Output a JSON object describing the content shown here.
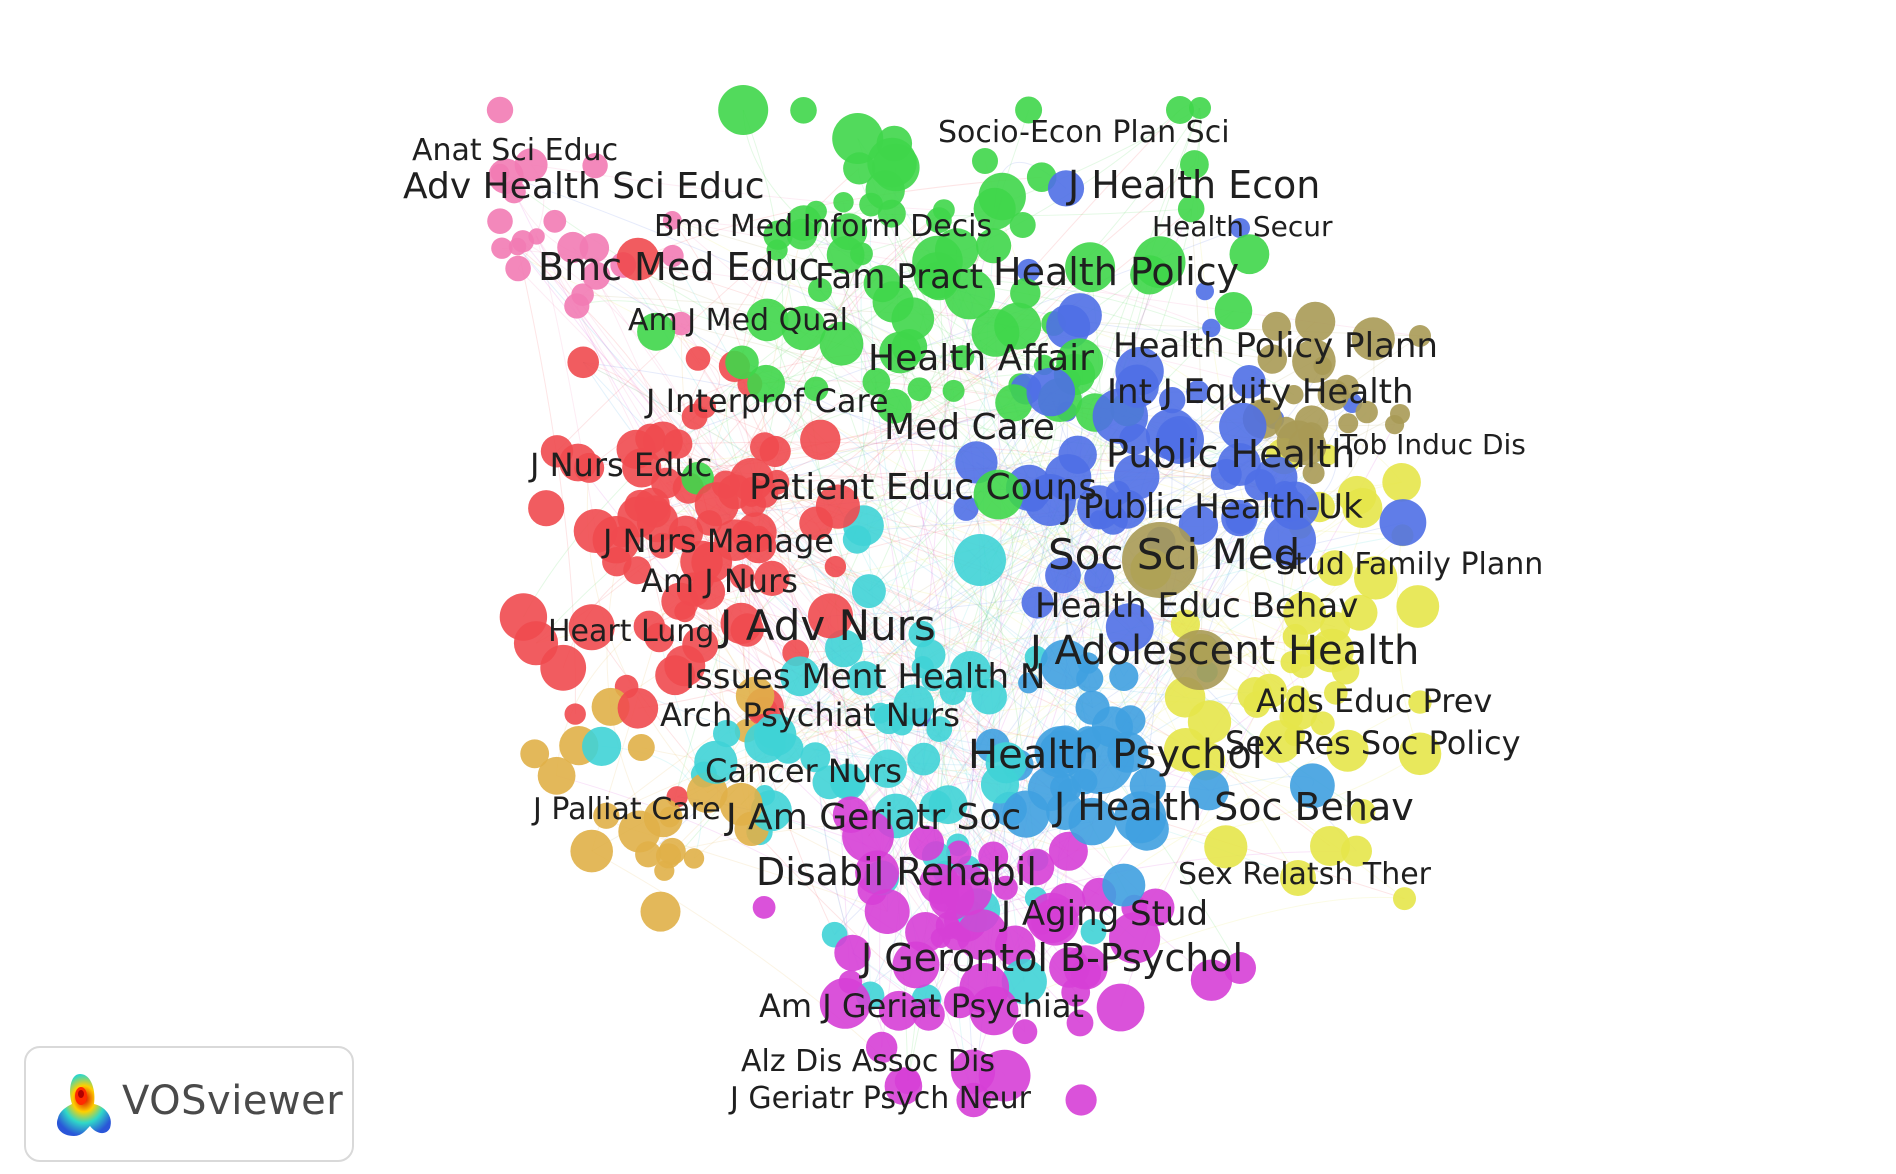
{
  "app": {
    "logo_text": "VOSviewer"
  },
  "cluster_colors": {
    "pink": "#f27bb4",
    "green": "#3fd64a",
    "blue": "#4f6fe6",
    "olive": "#a89a55",
    "red": "#ef4a4f",
    "cyan": "#3fd3d6",
    "yellow": "#e6e64a",
    "orange": "#e0b048",
    "magenta": "#d63fd6",
    "lightblue": "#3fa0e0"
  },
  "labels": [
    {
      "text": "Anat Sci Educ",
      "cluster": "pink"
    },
    {
      "text": "Adv Health Sci Educ",
      "cluster": "pink"
    },
    {
      "text": "Bmc Med Educ",
      "cluster": "pink"
    },
    {
      "text": "Am J Med Qual",
      "cluster": "pink"
    },
    {
      "text": "Socio-Econ Plan Sci",
      "cluster": "green"
    },
    {
      "text": "J Health Econ",
      "cluster": "green"
    },
    {
      "text": "Bmc Med Inform Decis",
      "cluster": "green"
    },
    {
      "text": "Fam Pract",
      "cluster": "green"
    },
    {
      "text": "Health Policy",
      "cluster": "green"
    },
    {
      "text": "Health Affair",
      "cluster": "green"
    },
    {
      "text": "Med Care",
      "cluster": "green"
    },
    {
      "text": "Health Secur",
      "cluster": "blue"
    },
    {
      "text": "Health Policy Plann",
      "cluster": "olive"
    },
    {
      "text": "Int J Equity Health",
      "cluster": "olive"
    },
    {
      "text": "Tob Induc Dis",
      "cluster": "blue"
    },
    {
      "text": "Public Health",
      "cluster": "blue"
    },
    {
      "text": "J Public Health-Uk",
      "cluster": "blue"
    },
    {
      "text": "Soc Sci Med",
      "cluster": "olive"
    },
    {
      "text": "Stud Family Plann",
      "cluster": "yellow"
    },
    {
      "text": "Health Educ Behav",
      "cluster": "blue"
    },
    {
      "text": "J Adolescent Health",
      "cluster": "yellow"
    },
    {
      "text": "Aids Educ Prev",
      "cluster": "yellow"
    },
    {
      "text": "Sex Res Soc Policy",
      "cluster": "yellow"
    },
    {
      "text": "J Health Soc Behav",
      "cluster": "magenta"
    },
    {
      "text": "Sex Relatsh Ther",
      "cluster": "yellow"
    },
    {
      "text": "J Interprof Care",
      "cluster": "red"
    },
    {
      "text": "J Nurs Educ",
      "cluster": "red"
    },
    {
      "text": "Patient Educ Couns",
      "cluster": "cyan"
    },
    {
      "text": "J Nurs Manage",
      "cluster": "red"
    },
    {
      "text": "Am J Nurs",
      "cluster": "red"
    },
    {
      "text": "Heart Lung",
      "cluster": "red"
    },
    {
      "text": "J Adv Nurs",
      "cluster": "red"
    },
    {
      "text": "Issues Ment Health N",
      "cluster": "red"
    },
    {
      "text": "Arch Psychiat Nurs",
      "cluster": "red"
    },
    {
      "text": "Health Psychol",
      "cluster": "lightblue"
    },
    {
      "text": "Cancer Nurs",
      "cluster": "orange"
    },
    {
      "text": "J Palliat Care",
      "cluster": "orange"
    },
    {
      "text": "J Am Geriatr Soc",
      "cluster": "magenta"
    },
    {
      "text": "Disabil Rehabil",
      "cluster": "cyan"
    },
    {
      "text": "J Aging Stud",
      "cluster": "magenta"
    },
    {
      "text": "J Gerontol B-Psychol",
      "cluster": "magenta"
    },
    {
      "text": "Am J Geriat Psychiat",
      "cluster": "cyan"
    },
    {
      "text": "Alz Dis Assoc Dis",
      "cluster": "cyan"
    },
    {
      "text": "J Geriatr Psych Neur",
      "cluster": "magenta"
    }
  ]
}
